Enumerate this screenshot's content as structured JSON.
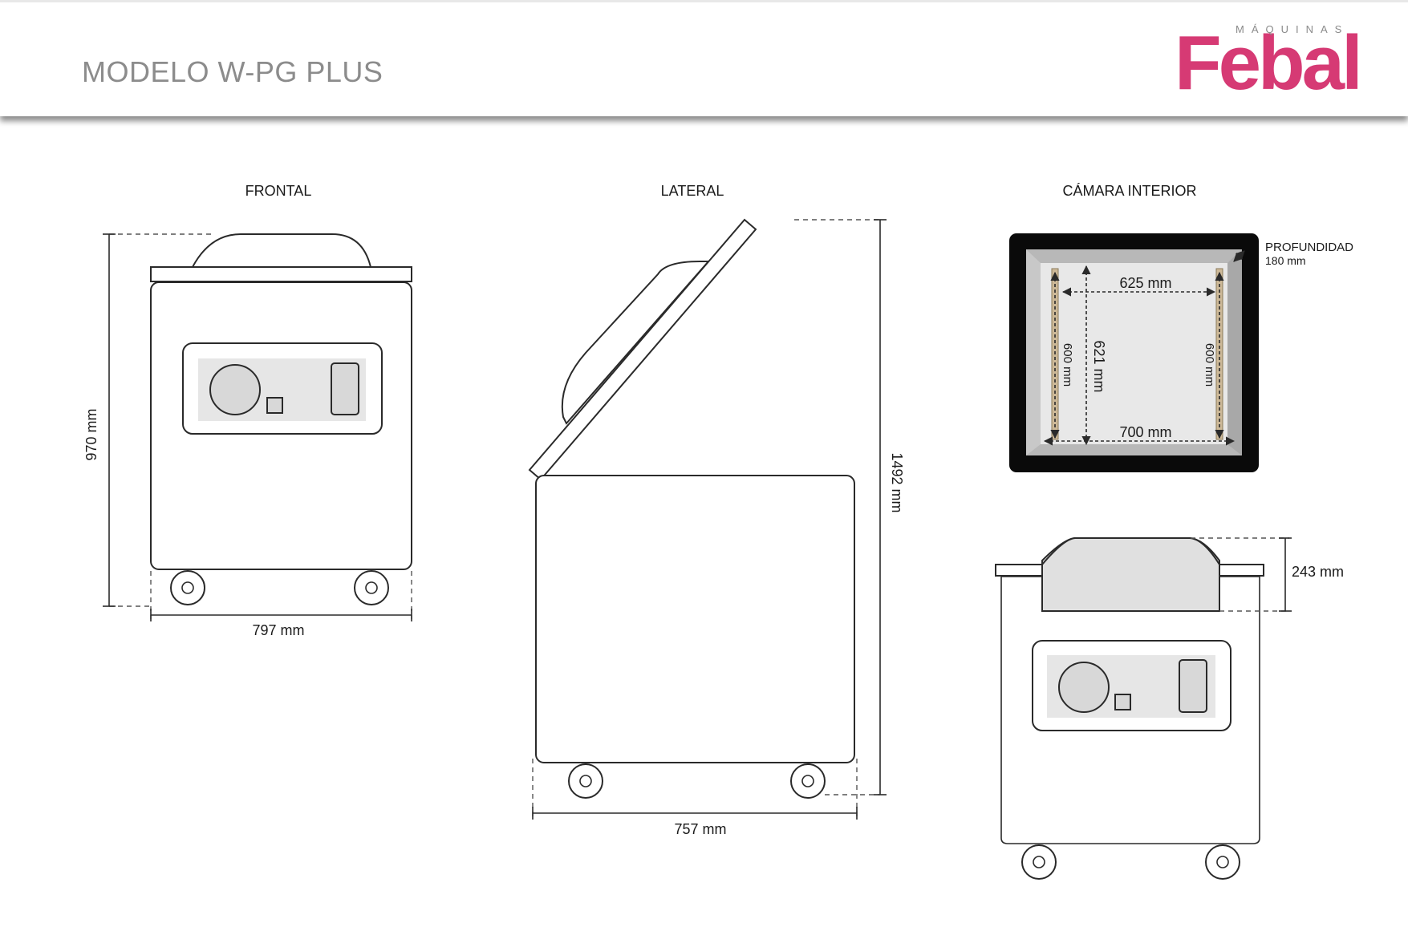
{
  "header": {
    "model_title": "MODELO W-PG PLUS",
    "logo_small": "MÁQUINAS",
    "logo_main": "Febal",
    "brand_color": "#d63a74"
  },
  "views": {
    "frontal": {
      "label": "FRONTAL",
      "height_dim": "970 mm",
      "width_dim": "797 mm"
    },
    "lateral": {
      "label": "LATERAL",
      "height_dim": "1492 mm",
      "width_dim": "757 mm"
    },
    "chamber": {
      "label": "CÁMARA INTERIOR",
      "depth_label": "PROFUNDIDAD",
      "depth_value": "180 mm",
      "top_width": "625 mm",
      "bottom_width": "700 mm",
      "inner_depth": "621 mm",
      "left_bar": "600 mm",
      "right_bar": "600 mm"
    },
    "lid": {
      "height_dim": "243 mm"
    }
  }
}
